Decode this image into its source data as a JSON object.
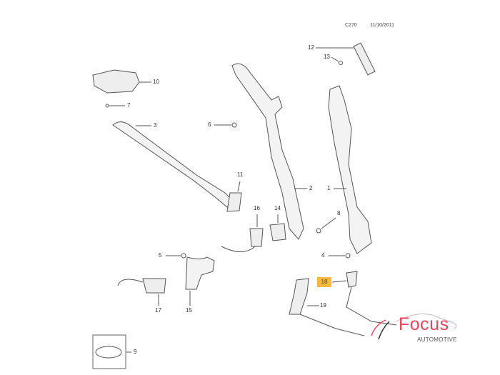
{
  "header": {
    "code": "C270",
    "date": "11/10/2011"
  },
  "callouts": [
    "10",
    "7",
    "3",
    "6",
    "11",
    "2",
    "1",
    "12",
    "13",
    "16",
    "14",
    "8",
    "5",
    "4",
    "18",
    "19",
    "17",
    "15",
    "9"
  ],
  "highlighted_callout": "18",
  "logo": {
    "title": "Focus",
    "subtitle": "AUTOMOTIVE",
    "color": "#e4475a"
  }
}
